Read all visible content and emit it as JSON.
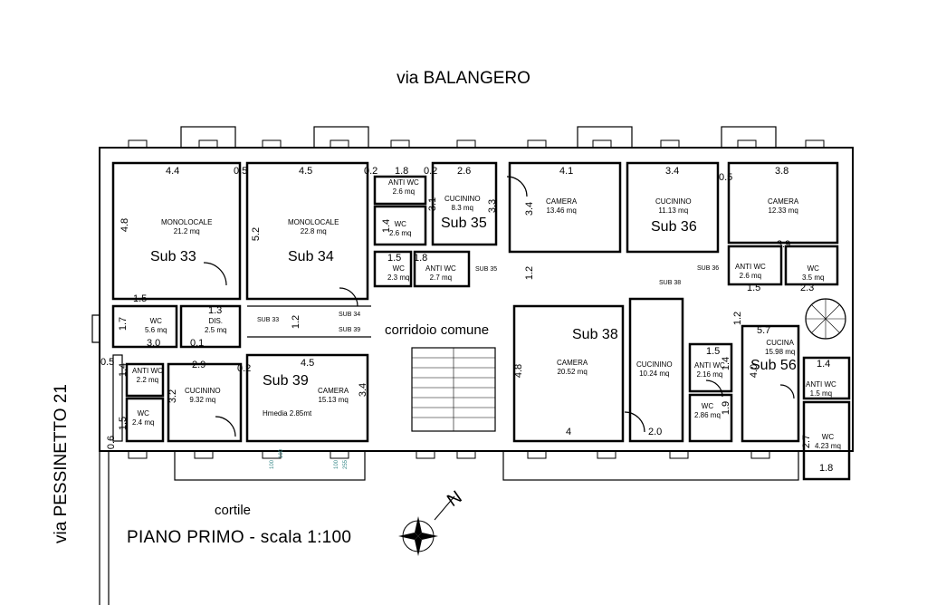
{
  "header": {
    "street_top": "via BALANGERO"
  },
  "street_left": "via PESSINETTO 21",
  "footer": {
    "courtyard": "cortile",
    "title": "PIANO PRIMO - scala 1:100"
  },
  "corridor": "corridoio comune",
  "units": {
    "sub33": "Sub 33",
    "sub34": "Sub 34",
    "sub35": "Sub 35",
    "sub36": "Sub 36",
    "sub38": "Sub 38",
    "sub39": "Sub 39",
    "sub56": "Sub 56"
  },
  "small_units": {
    "s33": "SUB 33",
    "s34": "SUB 34",
    "s35": "SUB 35",
    "s36": "SUB 36",
    "s38": "SUB 38",
    "s39": "SUB 39"
  },
  "rooms": {
    "mono33": {
      "name": "MONOLOCALE",
      "area": "21.2 mq"
    },
    "mono34": {
      "name": "MONOLOCALE",
      "area": "22.8 mq"
    },
    "anti35": {
      "name": "ANTI WC",
      "area": "2.6 mq"
    },
    "wc35a": {
      "name": "WC",
      "area": "2.6 mq"
    },
    "cuc35": {
      "name": "CUCININO",
      "area": "8.3 mq"
    },
    "wc35b": {
      "name": "WC",
      "area": "2.3 mq"
    },
    "anti35b": {
      "name": "ANTI WC",
      "area": "2.7 mq"
    },
    "cam35": {
      "name": "CAMERA",
      "area": "13.46 mq"
    },
    "cuc36": {
      "name": "CUCININO",
      "area": "11.13 mq"
    },
    "cam36": {
      "name": "CAMERA",
      "area": "12.33 mq"
    },
    "anti36": {
      "name": "ANTI WC",
      "area": "2.6 mq"
    },
    "wc36": {
      "name": "WC",
      "area": "3.5 mq"
    },
    "wc33": {
      "name": "WC",
      "area": "5.6 mq"
    },
    "dis33": {
      "name": "DIS.",
      "area": "2.5 mq"
    },
    "anti39": {
      "name": "ANTI WC",
      "area": "2.2 mq"
    },
    "cuc39": {
      "name": "CUCININO",
      "area": "9.32 mq"
    },
    "wc39": {
      "name": "WC",
      "area": "2.4 mq"
    },
    "cam39": {
      "name": "CAMERA",
      "area": "15.13 mq",
      "note": "Hmedia 2.85mt"
    },
    "cam38": {
      "name": "CAMERA",
      "area": "20.52 mq"
    },
    "cuc38": {
      "name": "CUCININO",
      "area": "10.24 mq"
    },
    "anti38": {
      "name": "ANTI WC",
      "area": "2.16 mq"
    },
    "wc38": {
      "name": "WC",
      "area": "2.86 mq"
    },
    "cuc56": {
      "name": "CUCINA",
      "area": "15.98 mq"
    },
    "anti56": {
      "name": "ANTI WC",
      "area": "1.5 mq"
    },
    "wc56": {
      "name": "WC",
      "area": "4.23 mq"
    }
  },
  "dims": {
    "d1": "4.4",
    "d2": "0.5",
    "d3": "4.5",
    "d4": "0.2",
    "d5": "1.8",
    "d6": "0.2",
    "d7": "2.6",
    "d8": "4.1",
    "d9": "3.4",
    "d10": "0.5",
    "d11": "3.8",
    "d12": "3.1",
    "d13": "3.3",
    "d14": "3.4",
    "d15": "4.8",
    "d16": "5.2",
    "d17": "1.4",
    "d18": "1.5",
    "d19": "1.8",
    "d20": "1.2",
    "d21": "3.9",
    "d22": "1.5",
    "d23": "2.3",
    "d24": "1.5",
    "d25": "1.3",
    "d26": "1.7",
    "d27": "3.0",
    "d28": "0.1",
    "d29": "0.5",
    "d30": "2.9",
    "d31": "0.2",
    "d32": "4.5",
    "d33": "1.2",
    "d34": "3.4",
    "d35": "1.4",
    "d36": "3.2",
    "d37": "1.5",
    "d38": "0.6",
    "d39": "4.8",
    "d40": "4",
    "d41": "2.0",
    "d42": "1.5",
    "d43": "1.4",
    "d44": "1.9",
    "d45": "1.2",
    "d46": "5.7",
    "d47": "4.0",
    "d48": "1.4",
    "d49": "2.7",
    "d50": "1.8"
  },
  "annotations": {
    "a1": "100",
    "a2": "100",
    "a3": "100",
    "a4": "255"
  },
  "compass": {
    "north": "N",
    "icon": "compass-rose-icon"
  }
}
